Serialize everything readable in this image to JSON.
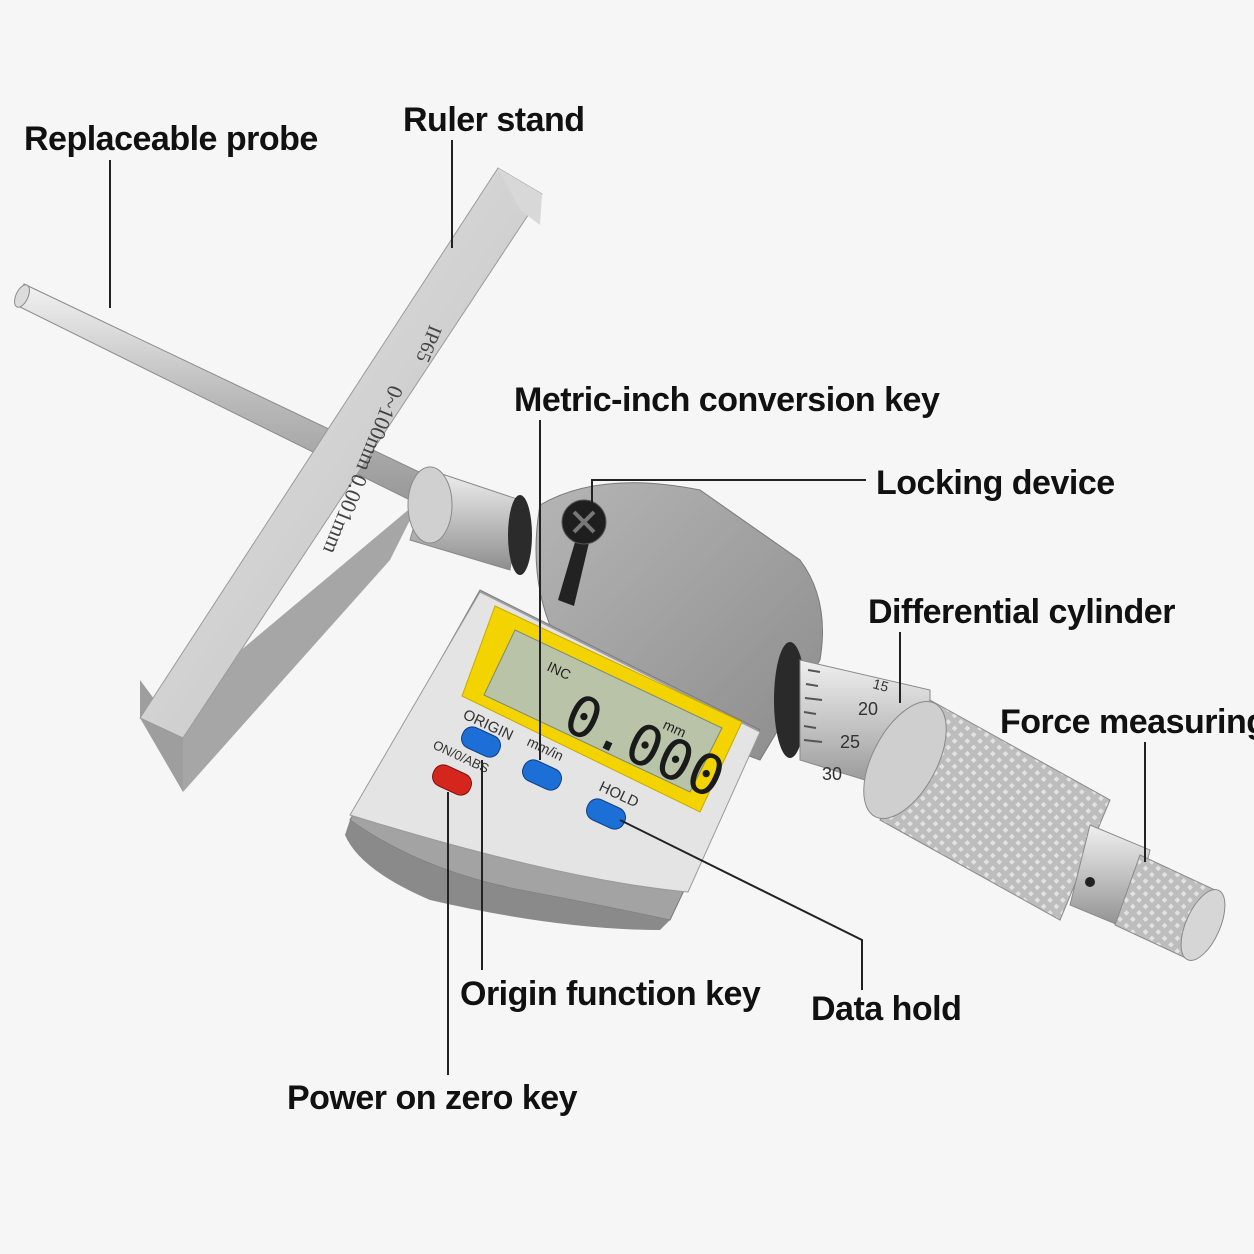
{
  "callouts": {
    "replaceable_probe": "Replaceable probe",
    "ruler_stand": "Ruler stand",
    "metric_inch_key": "Metric-inch conversion key",
    "locking_device": "Locking device",
    "differential_cylinder": "Differential cylinder",
    "force_measuring": "Force measuring",
    "origin_function_key": "Origin function key",
    "data_hold": "Data hold",
    "power_on_zero_key": "Power on zero key"
  },
  "tool": {
    "base_engraving": "0~100mm  0.001mm",
    "base_rating": "IP65",
    "display_mode": "INC",
    "display_reading": "0.000",
    "display_unit": "mm",
    "button_origin": "ORIGIN",
    "button_unit": "mm/in",
    "button_power": "ON/0/ABS",
    "button_hold": "HOLD",
    "thimble_scale": [
      "15",
      "20",
      "25",
      "30"
    ]
  },
  "colors": {
    "lcd_frame": "#f4d400",
    "lcd_screen": "#b9c3a8",
    "button_blue": "#1c6fd6",
    "button_red": "#d4261c",
    "metal": "#c9c9c9"
  }
}
